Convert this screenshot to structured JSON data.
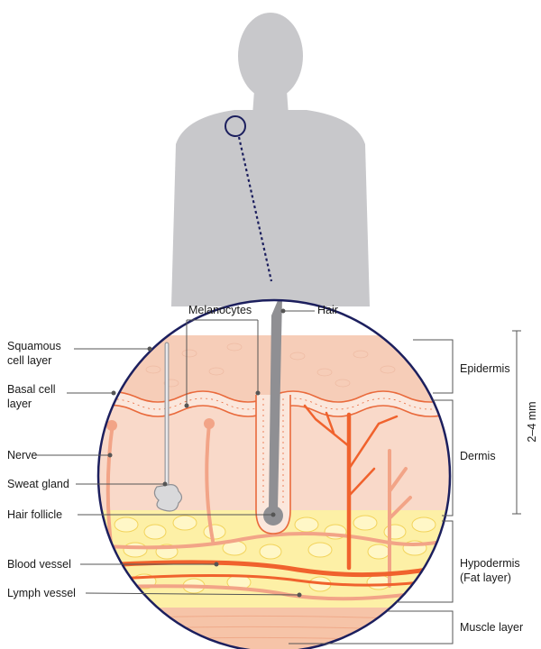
{
  "labels": {
    "squamous_1": "Squamous",
    "squamous_2": "cell layer",
    "basal_1": "Basal cell",
    "basal_2": "layer",
    "nerve": "Nerve",
    "sweat_gland": "Sweat gland",
    "hair_follicle": "Hair follicle",
    "blood_vessel": "Blood vessel",
    "lymph_vessel": "Lymph vessel",
    "melanocytes": "Melanocytes",
    "hair": "Hair",
    "epidermis": "Epidermis",
    "dermis": "Dermis",
    "hypodermis_1": "Hypodermis",
    "hypodermis_2": "(Fat layer)",
    "muscle": "Muscle layer",
    "thickness": "2–4 mm"
  },
  "colors": {
    "silhouette": "#c8c8cb",
    "epidermis": "#f6cdb8",
    "dermis": "#f9d9c9",
    "fat": "#fdf0a6",
    "fat_cell_stroke": "#f2d35a",
    "muscle": "#f6c4a8",
    "blood_vessel": "#f0622d",
    "lymph_vessel": "#f2a487",
    "circle_outline": "#1c1f5e",
    "hair": "#8f8f93"
  },
  "icons": {
    "body": "human-silhouette-icon",
    "magnifier": "zoom-circle-icon"
  }
}
